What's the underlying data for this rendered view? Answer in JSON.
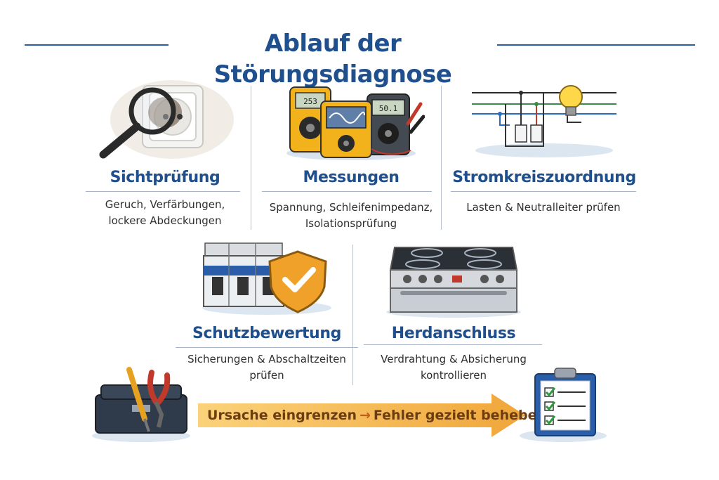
{
  "title": "Ablauf der Störungsdiagnose",
  "steps": [
    {
      "title": "Sichtprüfung",
      "desc_lines": [
        "Geruch, Verfärbungen,",
        "lockere Abdeckungen"
      ],
      "icon": "magnifier-socket-icon"
    },
    {
      "title": "Messungen",
      "desc_lines": [
        "Spannung, Schleifenimpedanz,",
        "Isolationsprüfung"
      ],
      "icon": "multimeter-icon"
    },
    {
      "title": "Stromkreiszuordnung",
      "desc_lines": [
        "Lasten & Neutralleiter prüfen"
      ],
      "icon": "circuit-bulb-icon"
    },
    {
      "title": "Schutzbewertung",
      "desc_lines": [
        "Sicherungen & Abschaltzeiten",
        "prüfen"
      ],
      "icon": "breaker-shield-icon"
    },
    {
      "title": "Herdanschluss",
      "desc_lines": [
        "Verdrahtung & Absicherung",
        "kontrollieren"
      ],
      "icon": "stove-icon"
    }
  ],
  "footer": {
    "arrow_text_start": "Ursache eingrenzen",
    "arrow_text_end": "Fehler gezielt beheben",
    "left_icon": "toolbox-icon",
    "right_icon": "checklist-clipboard-icon"
  },
  "colors": {
    "title_blue": "#1f4f8c",
    "rule_blue": "#2f5f9e",
    "arrow_orange": "#f5b54a",
    "meter_yellow": "#f2b21c",
    "shield_orange": "#f0a12a"
  }
}
